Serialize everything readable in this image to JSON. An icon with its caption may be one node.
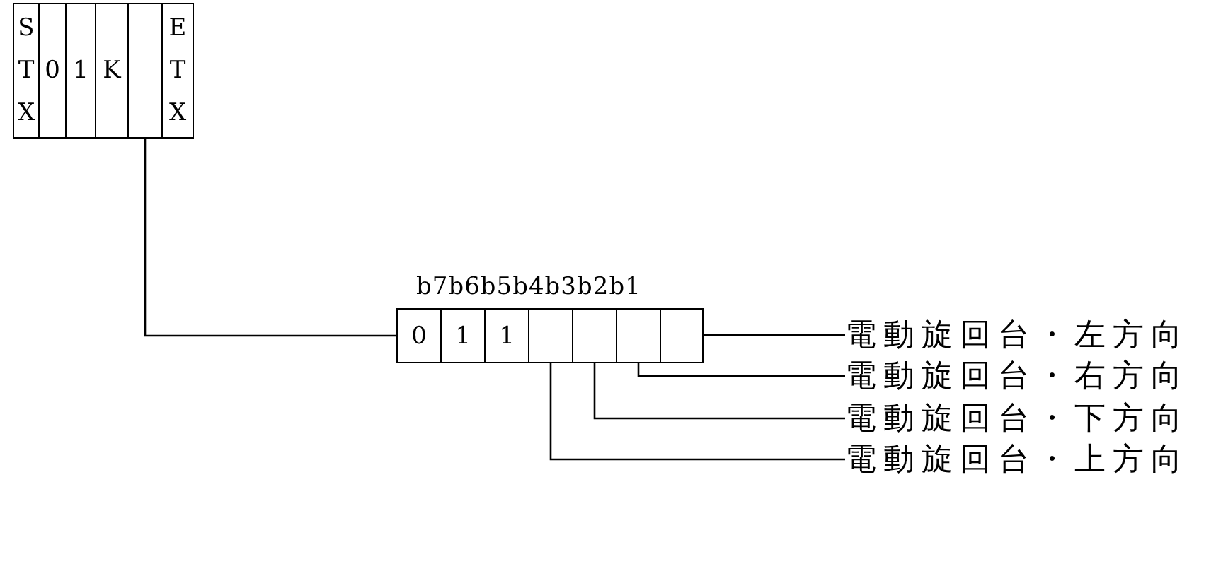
{
  "diagram": {
    "nodes": [
      {
        "text": [
          "S T X"
        ]
      },
      {
        "text": [
          "0"
        ]
      },
      {
        "text": [
          "1"
        ]
      },
      {
        "text": [
          "K"
        ]
      },
      {
        "text": [],
        "shape": "box"
      },
      {
        "text": [
          "E T X"
        ]
      },
      {
        "text": [
          "0"
        ]
      },
      {
        "text": [
          "1"
        ]
      },
      {
        "text": [
          "1"
        ]
      },
      {
        "text": [],
        "shape": "box"
      },
      {
        "text": [],
        "shape": "box"
      },
      {
        "text": [],
        "shape": "box"
      },
      {
        "text": [],
        "shape": "box"
      },
      {
        "text": [
          "電動旋回台・左方向"
        ]
      },
      {
        "text": [
          "電動旋回台・右方向"
        ]
      },
      {
        "text": [
          "電動旋回台・下方向"
        ]
      },
      {
        "text": [
          "電動旋回台・上方向"
        ]
      }
    ],
    "edges": [
      {
        "from": 4,
        "to": 6,
        "arrow": "none"
      },
      {
        "from": 13,
        "to": 12,
        "arrow": "none"
      },
      {
        "from": 14,
        "to": 11,
        "arrow": "none"
      },
      {
        "from": 15,
        "to": 10,
        "arrow": "none"
      },
      {
        "from": 16,
        "to": 9,
        "arrow": "none"
      }
    ],
    "labels": [
      "b7b6b5b4b3b2b1"
    ]
  }
}
